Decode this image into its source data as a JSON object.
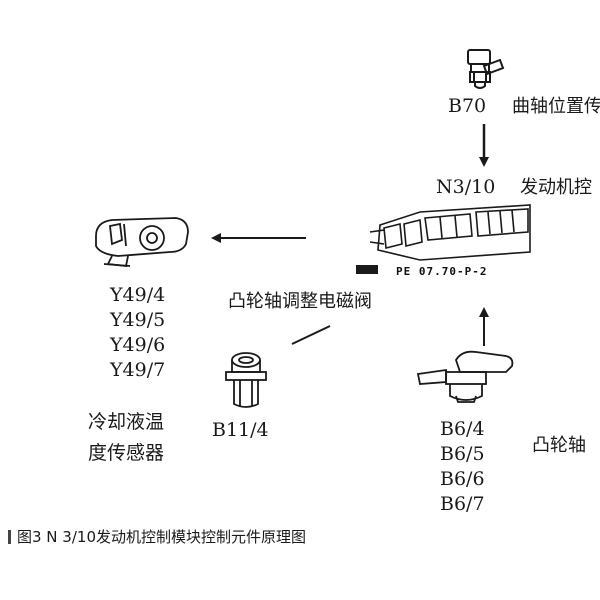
{
  "labels": {
    "b70": "B70",
    "b70_desc": "曲轴位置传",
    "n310": "N3/10",
    "n310_desc": "发动机控",
    "ecu_code": "PE 07.70-P-2",
    "camshaft_valve": "凸轮轴调整电磁阀",
    "y49": [
      "Y49/4",
      "Y49/5",
      "Y49/6",
      "Y49/7"
    ],
    "coolant_line1": "冷却液温",
    "coolant_line2": "度传感器",
    "b11": "B11/4",
    "b6": [
      "B6/4",
      "B6/5",
      "B6/6",
      "B6/7"
    ],
    "camshaft_sensor": "凸轮轴"
  },
  "caption": {
    "text": "图3  N 3/10发动机控制模块控制元件原理图"
  },
  "colors": {
    "ink": "#1a1a1a",
    "paper": "#ffffff"
  },
  "icons": {
    "ecu": "engine-control-module-icon",
    "crank_sensor": "crankshaft-sensor-icon",
    "solenoid": "solenoid-valve-icon",
    "coolant_sensor": "coolant-sensor-icon",
    "cam_sensor": "camshaft-sensor-icon"
  }
}
